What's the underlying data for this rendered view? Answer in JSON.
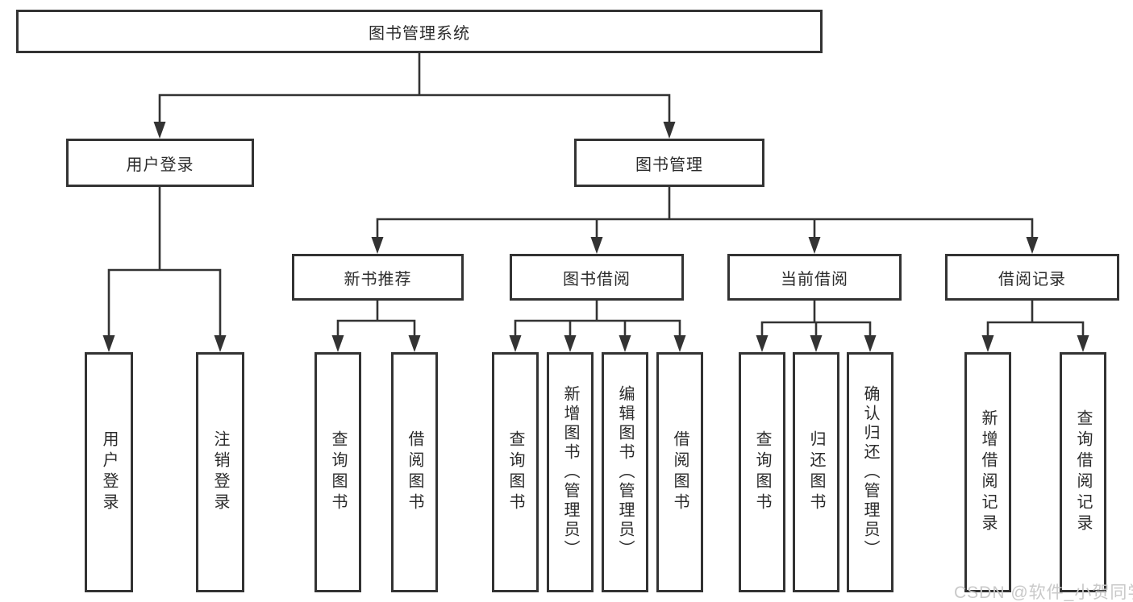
{
  "tree": {
    "root": {
      "label": "图书管理系统"
    },
    "branches": [
      {
        "label": "用户登录",
        "leaves": [
          {
            "label": "用户登录"
          },
          {
            "label": "注销登录"
          }
        ]
      },
      {
        "label": "图书管理",
        "groups": [
          {
            "label": "新书推荐",
            "leaves": [
              {
                "label": "查询图书"
              },
              {
                "label": "借阅图书"
              }
            ]
          },
          {
            "label": "图书借阅",
            "leaves": [
              {
                "label": "查询图书"
              },
              {
                "label": "新增图书（管理员）"
              },
              {
                "label": "编辑图书（管理员）"
              },
              {
                "label": "借阅图书"
              }
            ]
          },
          {
            "label": "当前借阅",
            "leaves": [
              {
                "label": "查询图书"
              },
              {
                "label": "归还图书"
              },
              {
                "label": "确认归还（管理员）"
              }
            ]
          },
          {
            "label": "借阅记录",
            "leaves": [
              {
                "label": "新增借阅记录"
              },
              {
                "label": "查询借阅记录"
              }
            ]
          }
        ]
      }
    ]
  },
  "watermark": {
    "text": "CSDN @软件_小贺同学"
  },
  "colors": {
    "border": "#333333",
    "line": "#333333",
    "text": "#2b2b2b",
    "watermark": "#c9c9c9",
    "background": "#ffffff"
  }
}
